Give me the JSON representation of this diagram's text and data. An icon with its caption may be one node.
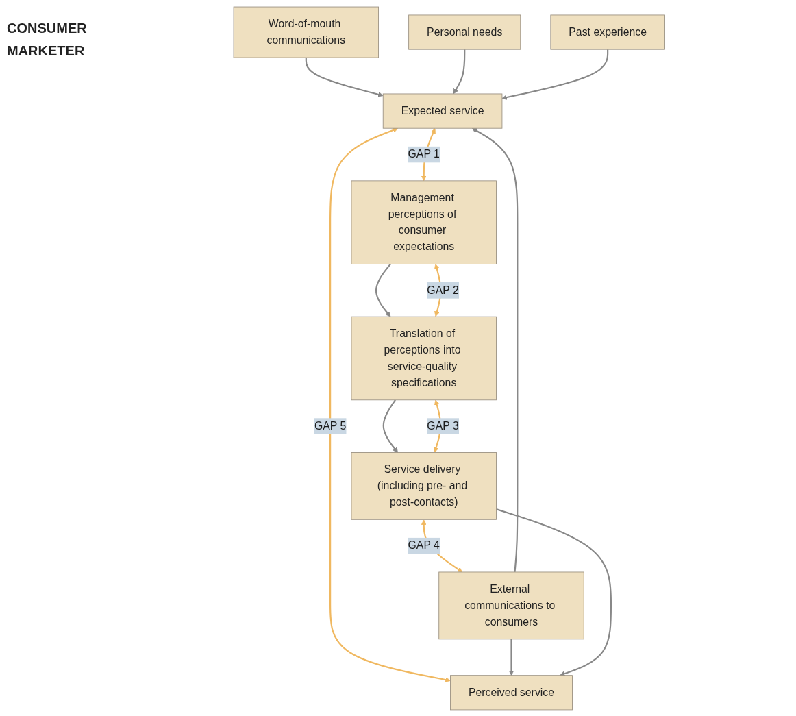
{
  "diagram": {
    "nodes": [
      {
        "text": [
          "Word-of-mouth communications"
        ]
      },
      {
        "text": [
          "Personal needs"
        ]
      },
      {
        "text": [
          "Past experience"
        ]
      },
      {
        "text": [
          "Expected service"
        ]
      },
      {
        "text": [
          "Perceived service"
        ]
      },
      {
        "text": [
          "Service delivery (including pre- and post-contacts)"
        ]
      },
      {
        "text": [
          "External communications to consumers"
        ]
      },
      {
        "text": [
          "Translation of perceptions into service-quality specifications"
        ]
      },
      {
        "text": [
          "Management perceptions of consumer expectations"
        ]
      }
    ],
    "edges": [
      {
        "from": 0,
        "to": 3,
        "arrow": "to"
      },
      {
        "from": 1,
        "to": 3,
        "arrow": "to"
      },
      {
        "from": 2,
        "to": 3,
        "arrow": "to"
      },
      {
        "from": 3,
        "to": 8,
        "arrow": "both",
        "label": "GAP 1",
        "color": "#f0b860"
      },
      {
        "from": 3,
        "to": 4,
        "arrow": "both",
        "label": "GAP 5",
        "color": "#f0b860"
      },
      {
        "from": 6,
        "to": 3,
        "arrow": "to"
      },
      {
        "from": 6,
        "to": 4,
        "arrow": "to"
      },
      {
        "from": 5,
        "to": 4,
        "arrow": "to"
      },
      {
        "from": 5,
        "to": 6,
        "arrow": "both",
        "label": "GAP 4",
        "color": "#f0b860"
      },
      {
        "from": 5,
        "to": 7,
        "arrow": "both",
        "label": "GAP 3",
        "color": "#f0b860"
      },
      {
        "from": 7,
        "to": 5,
        "arrow": "to"
      },
      {
        "from": 7,
        "to": 8,
        "arrow": "both",
        "label": "GAP 2",
        "color": "#f0b860"
      },
      {
        "from": 8,
        "to": 7,
        "arrow": "to"
      }
    ],
    "labels": [
      "CONSUMER",
      "MARKETER"
    ]
  }
}
